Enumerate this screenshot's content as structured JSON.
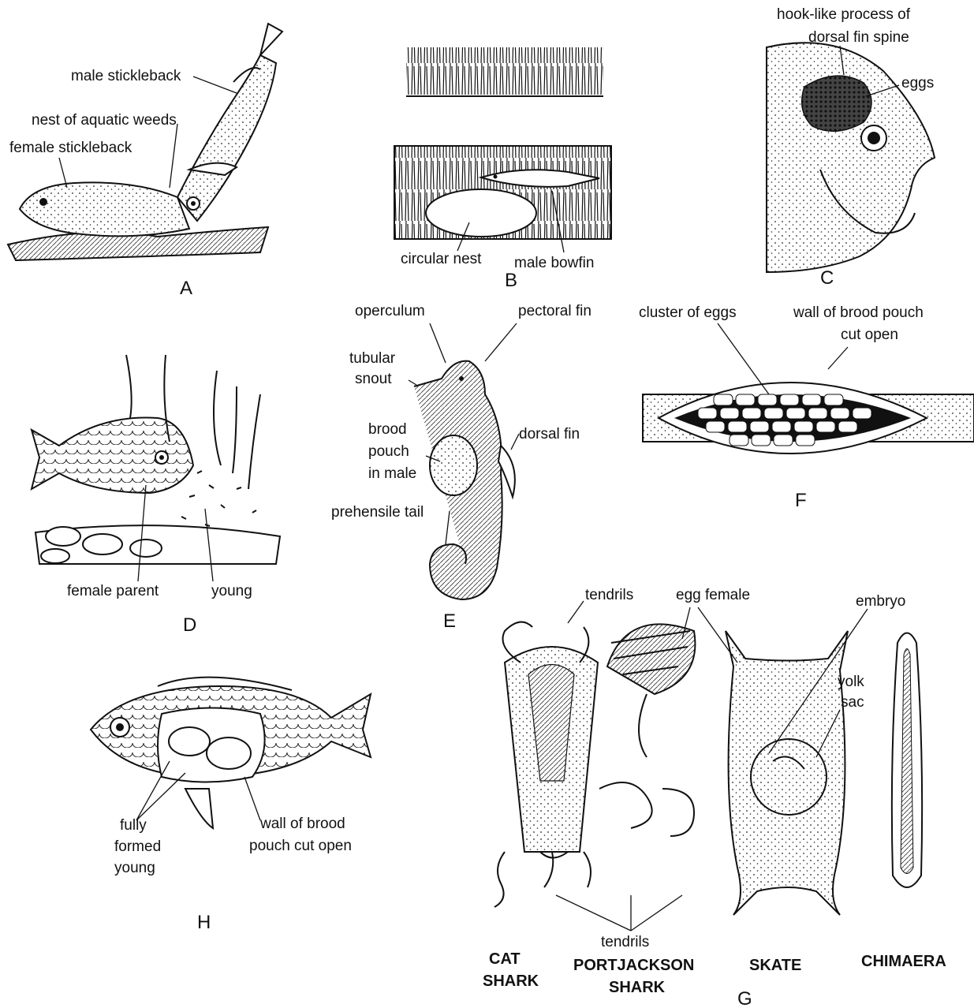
{
  "panels": {
    "A": {
      "letter": "A",
      "male": "male stickleback",
      "nest": "nest of aquatic weeds",
      "female": "female stickleback"
    },
    "B": {
      "letter": "B",
      "nest": "circular nest",
      "male": "male bowfin"
    },
    "C": {
      "letter": "C",
      "process_line1": "hook-like process of",
      "process_line2": "dorsal fin spine",
      "eggs": "eggs"
    },
    "D": {
      "letter": "D",
      "female": "female parent",
      "young": "young"
    },
    "E": {
      "letter": "E",
      "operculum": "operculum",
      "pectoral": "pectoral fin",
      "tubular": "tubular",
      "snout": "snout",
      "brood1": "brood",
      "brood2": "pouch",
      "brood3": "in male",
      "dorsal": "dorsal fin",
      "tail": "prehensile tail"
    },
    "F": {
      "letter": "F",
      "cluster": "cluster of eggs",
      "wall1": "wall of brood pouch",
      "wall2": "cut open"
    },
    "G": {
      "letter": "G",
      "tendrils_top": "tendrils",
      "egg_female": "egg female",
      "embryo": "embryo",
      "yolk1": "yolk",
      "yolk2": "sac",
      "tendrils_bottom": "tendrils",
      "cat1": "CAT",
      "cat2": "SHARK",
      "pj1": "PORTJACKSON",
      "pj2": "SHARK",
      "skate": "SKATE",
      "chimaera": "CHIMAERA"
    },
    "H": {
      "letter": "H",
      "young1": "fully",
      "young2": "formed",
      "young3": "young",
      "wall1": "wall of brood",
      "wall2": "pouch cut open"
    }
  }
}
